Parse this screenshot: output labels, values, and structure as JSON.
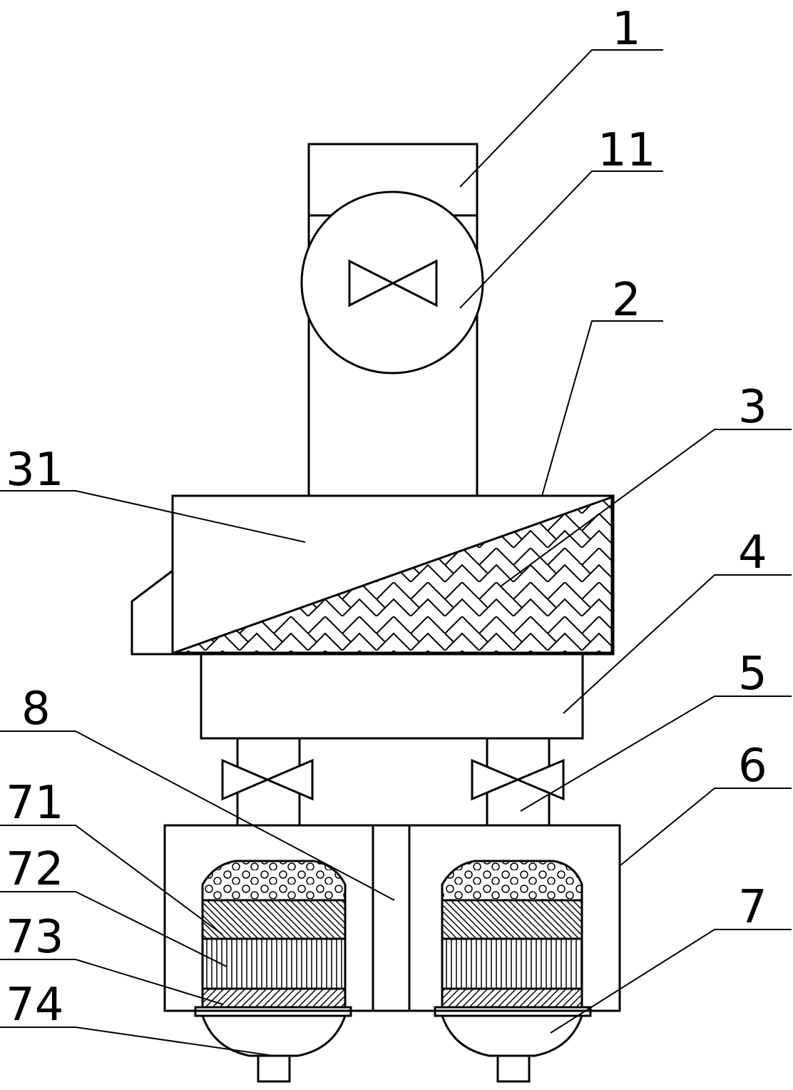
{
  "labels": {
    "l1": "1",
    "l11": "11",
    "l2": "2",
    "l3": "3",
    "l31": "31",
    "l4": "4",
    "l5": "5",
    "l6": "6",
    "l7": "7",
    "l8": "8",
    "l71": "71",
    "l72": "72",
    "l73": "73",
    "l74": "74"
  },
  "colors": {
    "line": "#000000",
    "background": "#ffffff"
  }
}
